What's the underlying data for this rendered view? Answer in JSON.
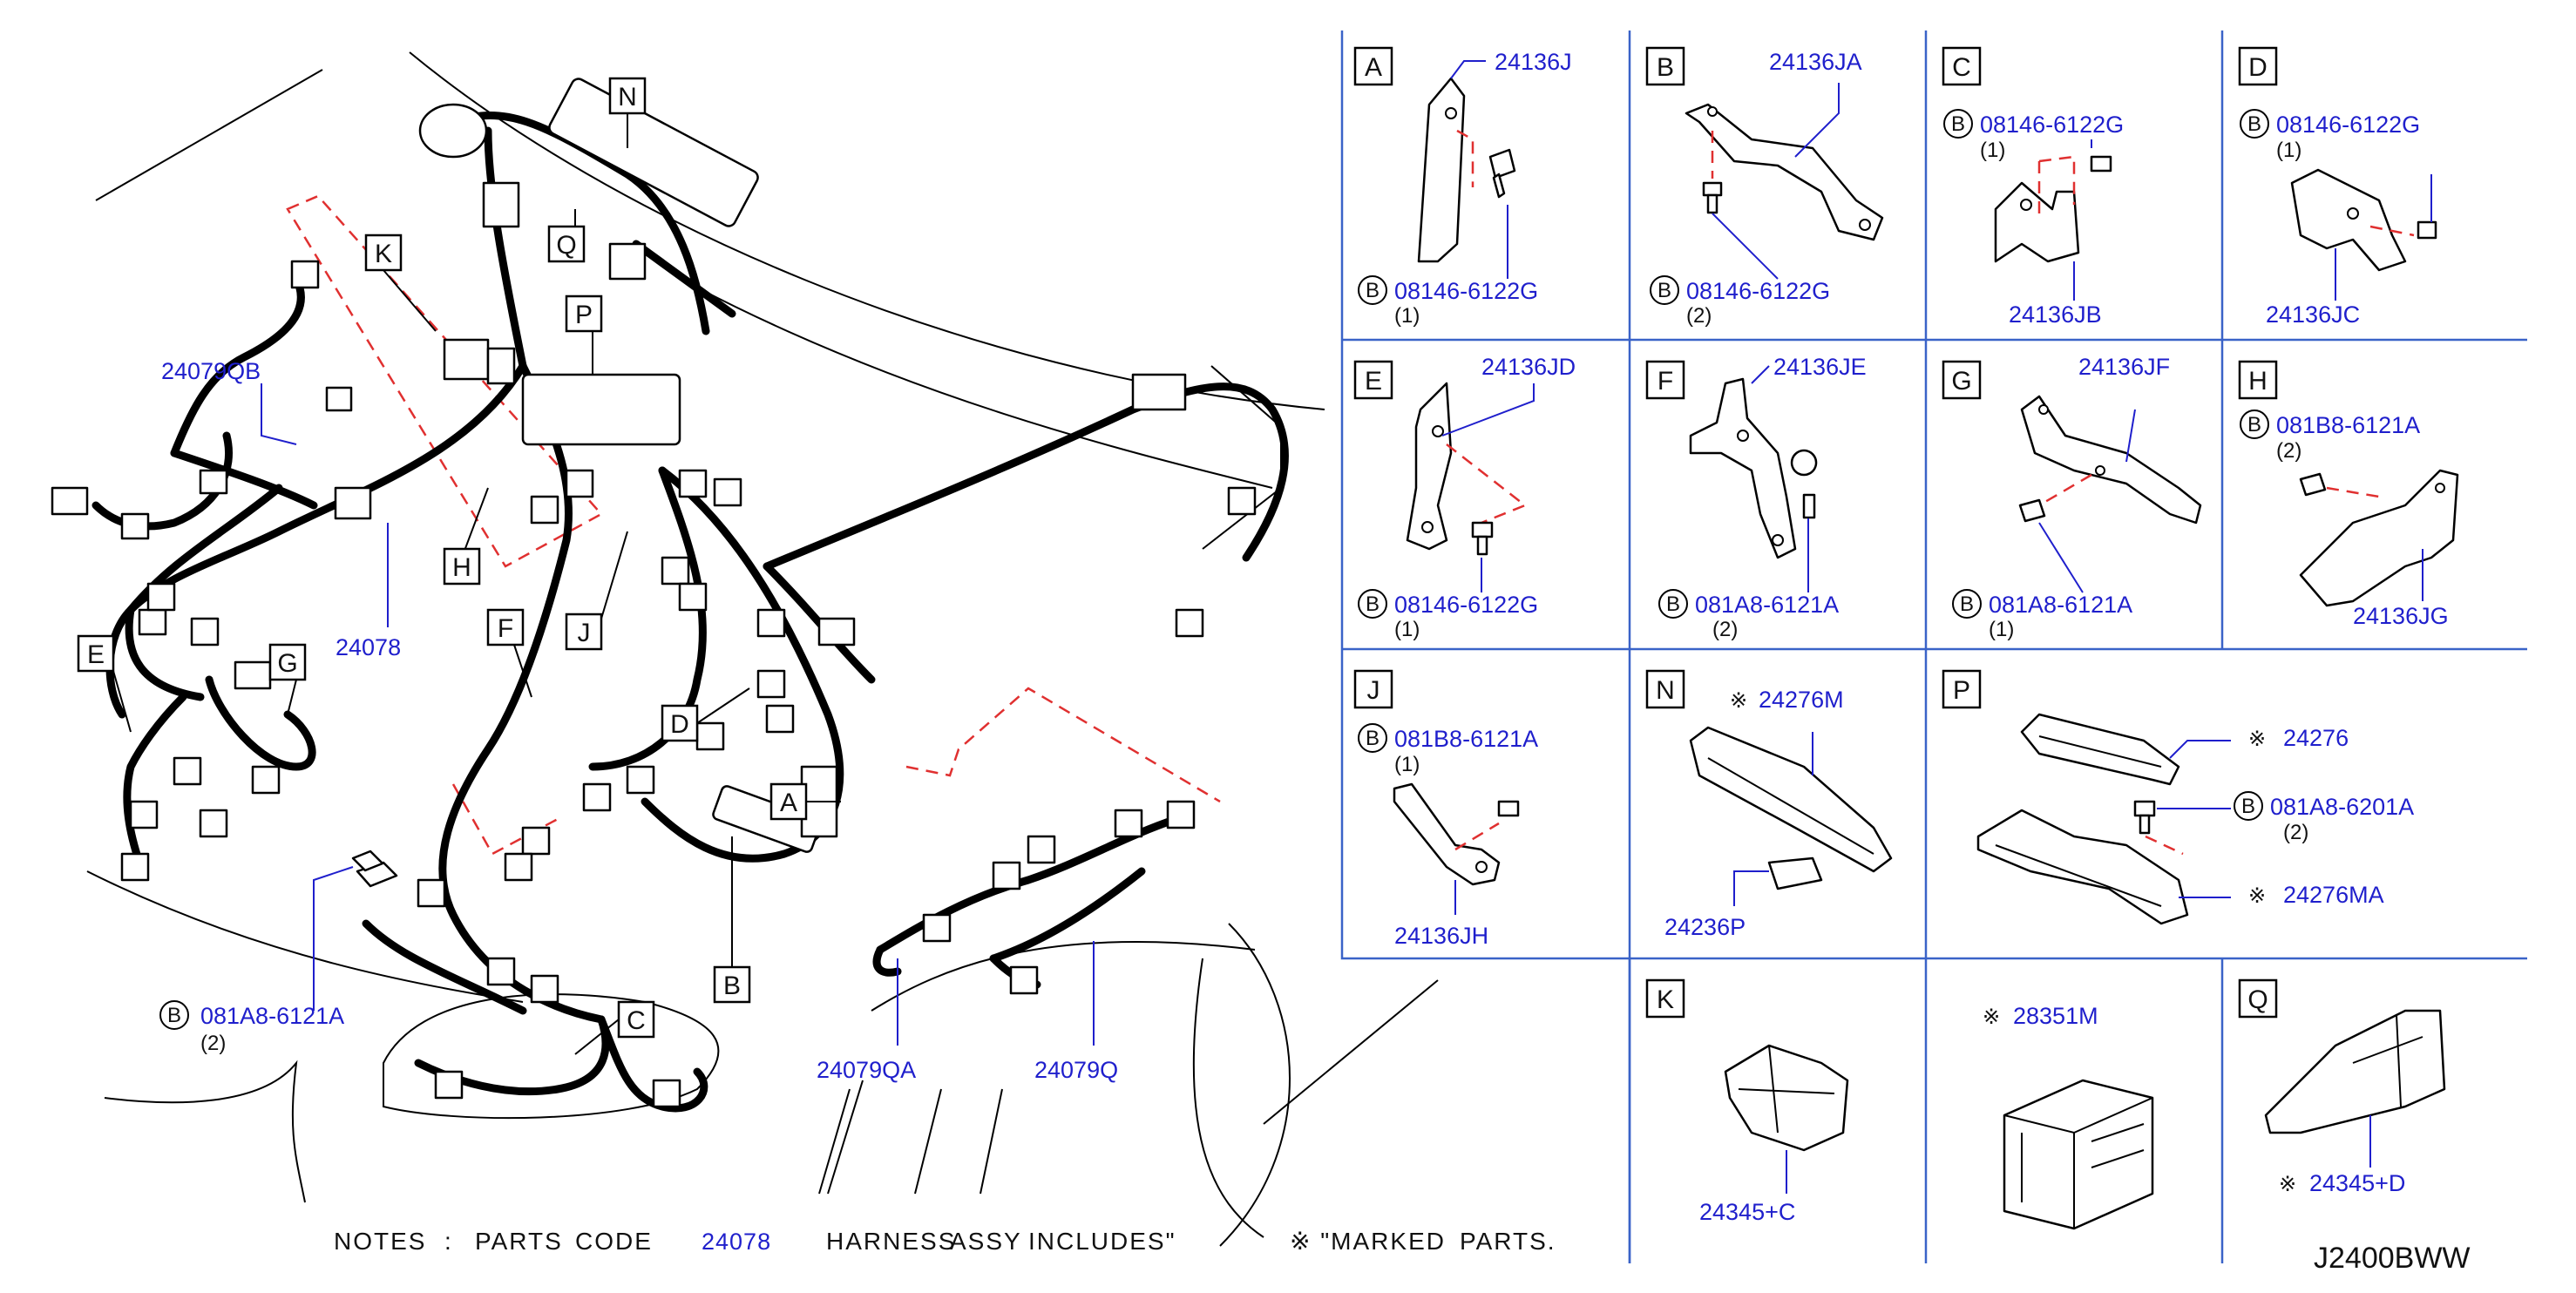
{
  "callouts": {
    "A": "A",
    "B": "B",
    "C": "C",
    "D": "D",
    "E": "E",
    "F": "F",
    "G": "G",
    "H": "H",
    "J": "J",
    "K": "K",
    "N": "N",
    "P": "P",
    "Q": "Q"
  },
  "main": {
    "p_24079QB": "24079QB",
    "p_24078": "24078",
    "p_24079QA": "24079QA",
    "p_24079Q": "24079Q",
    "bolt_code": "081A8-6121A",
    "bolt_qty": "(2)",
    "b_mark": "B"
  },
  "panels": {
    "A": {
      "letter": "A",
      "p1": "24136J",
      "bolt": "08146-6122G",
      "qty": "(1)"
    },
    "B": {
      "letter": "B",
      "p1": "24136JA",
      "bolt": "08146-6122G",
      "qty": "(2)"
    },
    "C": {
      "letter": "C",
      "p1": "24136JB",
      "bolt": "08146-6122G",
      "qty": "(1)"
    },
    "D": {
      "letter": "D",
      "p1": "24136JC",
      "bolt": "08146-6122G",
      "qty": "(1)"
    },
    "E": {
      "letter": "E",
      "p1": "24136JD",
      "bolt": "08146-6122G",
      "qty": "(1)"
    },
    "F": {
      "letter": "F",
      "p1": "24136JE",
      "bolt": "081A8-6121A",
      "qty": "(2)"
    },
    "G": {
      "letter": "G",
      "p1": "24136JF",
      "bolt": "081A8-6121A",
      "qty": "(1)"
    },
    "H": {
      "letter": "H",
      "p1": "24136JG",
      "bolt": "081B8-6121A",
      "qty": "(2)"
    },
    "J": {
      "letter": "J",
      "p1": "24136JH",
      "bolt": "081B8-6121A",
      "qty": "(1)"
    },
    "N": {
      "letter": "N",
      "p1": "24276M",
      "p2": "24236P"
    },
    "P": {
      "letter": "P",
      "p1": "24276",
      "bolt": "081A8-6201A",
      "qty": "(2)",
      "p2": "24276MA"
    },
    "K": {
      "letter": "K",
      "p1": "24345+C"
    },
    "M": {
      "p1": "28351M"
    },
    "Q": {
      "letter": "Q",
      "p1": "24345+D"
    }
  },
  "mark": "※",
  "notes": {
    "t1": "NOTES",
    "t2": ":",
    "t3": "PARTS",
    "t4": "CODE",
    "code": "24078",
    "t5": "HARNESS",
    "t6": "ASSY",
    "t7": "INCLUDES\"",
    "t8": "※ \"MARKED",
    "t9": "PARTS."
  },
  "drawing_ref": "J2400BWW"
}
